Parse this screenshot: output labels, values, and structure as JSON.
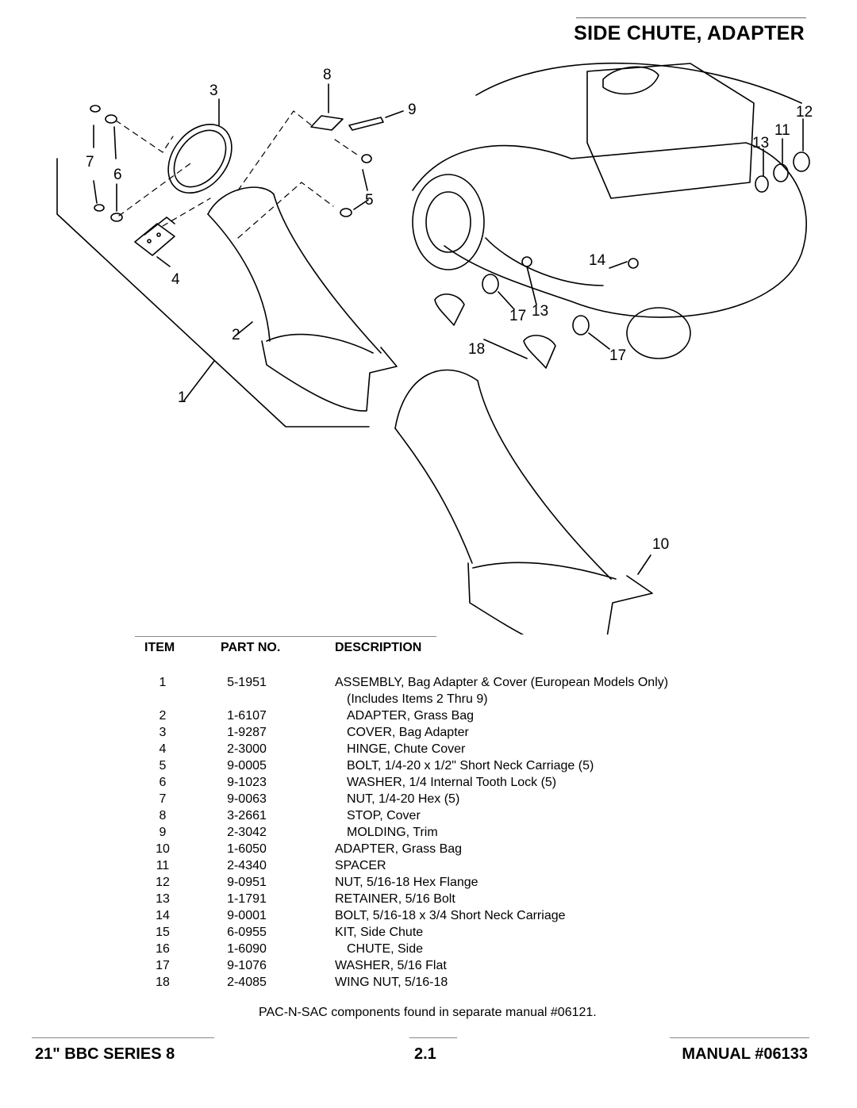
{
  "page_title": "SIDE CHUTE, ADAPTER",
  "callouts": [
    "1",
    "2",
    "3",
    "4",
    "5",
    "6",
    "7",
    "8",
    "9",
    "10",
    "11",
    "12",
    "13",
    "14",
    "17",
    "17",
    "13",
    "18"
  ],
  "table": {
    "headers": {
      "item": "ITEM",
      "part": "PART NO.",
      "description": "DESCRIPTION"
    },
    "rows": [
      {
        "item": "1",
        "part": "5-1951",
        "description": "ASSEMBLY, Bag Adapter & Cover (European Models Only)"
      },
      {
        "item": "",
        "part": "",
        "description": "(Includes Items 2 Thru 9)"
      },
      {
        "item": "2",
        "part": "1-6107",
        "description": "ADAPTER, Grass Bag"
      },
      {
        "item": "3",
        "part": "1-9287",
        "description": "COVER, Bag Adapter"
      },
      {
        "item": "4",
        "part": "2-3000",
        "description": "HINGE, Chute Cover"
      },
      {
        "item": "5",
        "part": "9-0005",
        "description": "BOLT, 1/4-20 x 1/2\" Short Neck Carriage (5)"
      },
      {
        "item": "6",
        "part": "9-1023",
        "description": "WASHER, 1/4 Internal Tooth Lock (5)"
      },
      {
        "item": "7",
        "part": "9-0063",
        "description": "NUT, 1/4-20 Hex (5)"
      },
      {
        "item": "8",
        "part": "3-2661",
        "description": "STOP, Cover"
      },
      {
        "item": "9",
        "part": "2-3042",
        "description": "MOLDING, Trim"
      },
      {
        "item": "10",
        "part": "1-6050",
        "description": "ADAPTER, Grass Bag"
      },
      {
        "item": "11",
        "part": "2-4340",
        "description": "SPACER"
      },
      {
        "item": "12",
        "part": "9-0951",
        "description": "NUT, 5/16-18 Hex Flange"
      },
      {
        "item": "13",
        "part": "1-1791",
        "description": "RETAINER, 5/16 Bolt"
      },
      {
        "item": "14",
        "part": "9-0001",
        "description": "BOLT, 5/16-18 x 3/4 Short Neck Carriage"
      },
      {
        "item": "15",
        "part": "6-0955",
        "description": "KIT, Side Chute"
      },
      {
        "item": "16",
        "part": "1-6090",
        "description": "CHUTE, Side"
      },
      {
        "item": "17",
        "part": "9-1076",
        "description": "WASHER, 5/16 Flat"
      },
      {
        "item": "18",
        "part": "2-4085",
        "description": "WING NUT, 5/16-18"
      }
    ]
  },
  "note": "PAC-N-SAC components found in separate manual #06121.",
  "footer": {
    "left": "21\" BBC SERIES 8",
    "center": "2.1",
    "right": "MANUAL #06133"
  }
}
